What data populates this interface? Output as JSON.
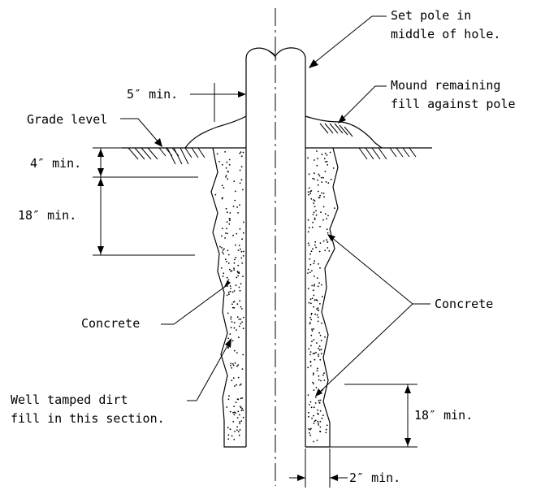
{
  "labels": {
    "set_pole": [
      "Set pole in",
      "middle of hole."
    ],
    "mound": [
      "Mound remaining",
      "fill against pole"
    ],
    "five_min": "5″ min.",
    "grade_level": "Grade level",
    "four_min": "4″ min.",
    "eighteen_min_top": "18″ min.",
    "concrete_left": "Concrete",
    "concrete_right": "Concrete",
    "well_tamped": [
      "Well tamped dirt",
      "fill in this section."
    ],
    "eighteen_min_bottom": "18″ min.",
    "two_min": "2″ min."
  },
  "colors": {
    "line": "#000000",
    "background": "#ffffff"
  }
}
